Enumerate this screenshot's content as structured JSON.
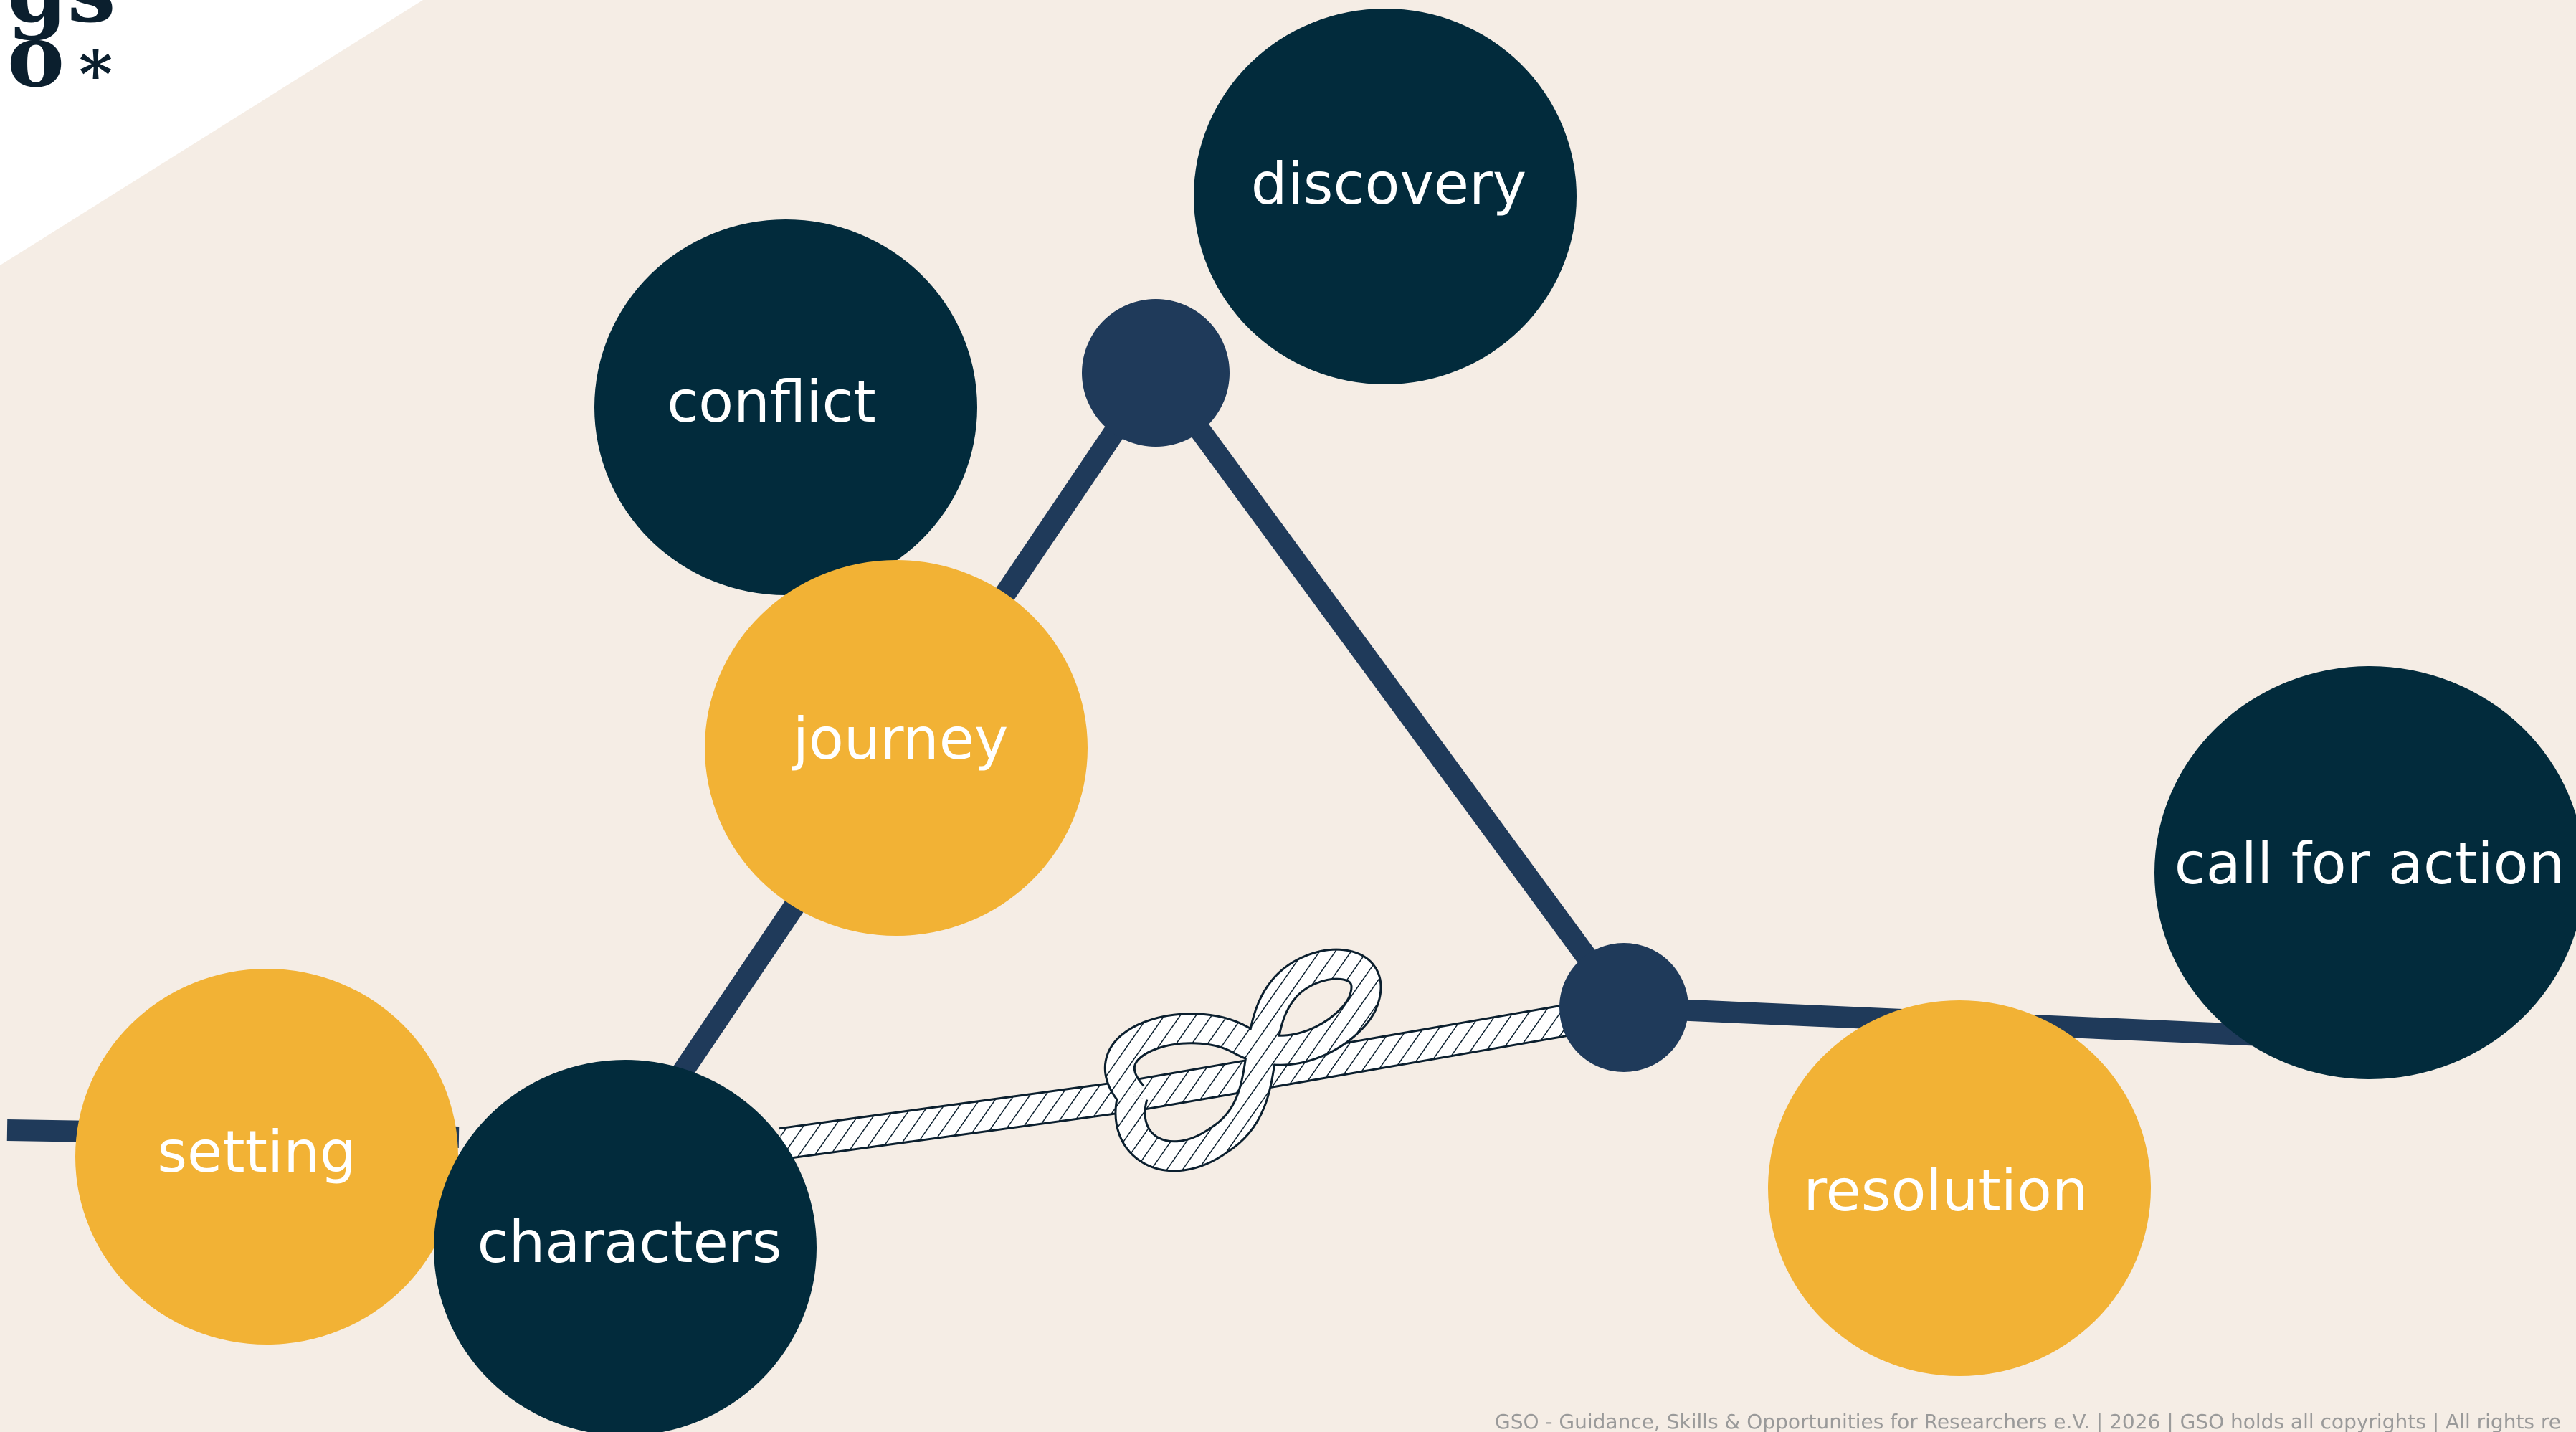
{
  "logo": {
    "line1": "gs",
    "line2": "o",
    "mark": "*"
  },
  "nodes": {
    "discovery": "discovery",
    "conflict": "conflict",
    "journey": "journey",
    "setting": "setting",
    "characters": "characters",
    "resolution": "resolution",
    "call_for_action": "call for action"
  },
  "footer": "GSO - Guidance, Skills & Opportunities for Researchers e.V. | 2026 | GSO holds all copyrights | All rights re",
  "colors": {
    "background": "#f5ede5",
    "dark_node": "#022b3c",
    "yellow_node": "#f2b235",
    "line": "#1f3a5a",
    "rope": "#0b1f2e"
  },
  "icons": {
    "rope": "figure-eight-knot-rope"
  }
}
